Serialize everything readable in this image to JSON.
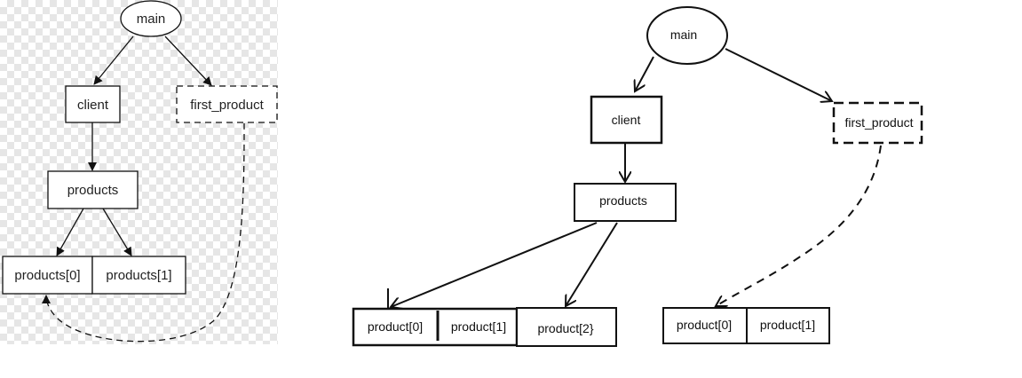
{
  "left_diagram": {
    "nodes": {
      "main": "main",
      "client": "client",
      "first_product": "first_product",
      "products": "products",
      "products_0": "products[0]",
      "products_1": "products[1]"
    }
  },
  "right_diagram": {
    "nodes": {
      "main": "main",
      "client": "client",
      "first_product": "first_product",
      "products": "products",
      "array_a": [
        "product[0]",
        "product[1]",
        "product[2}"
      ],
      "array_b": [
        "product[0]",
        "product[1]"
      ]
    }
  }
}
